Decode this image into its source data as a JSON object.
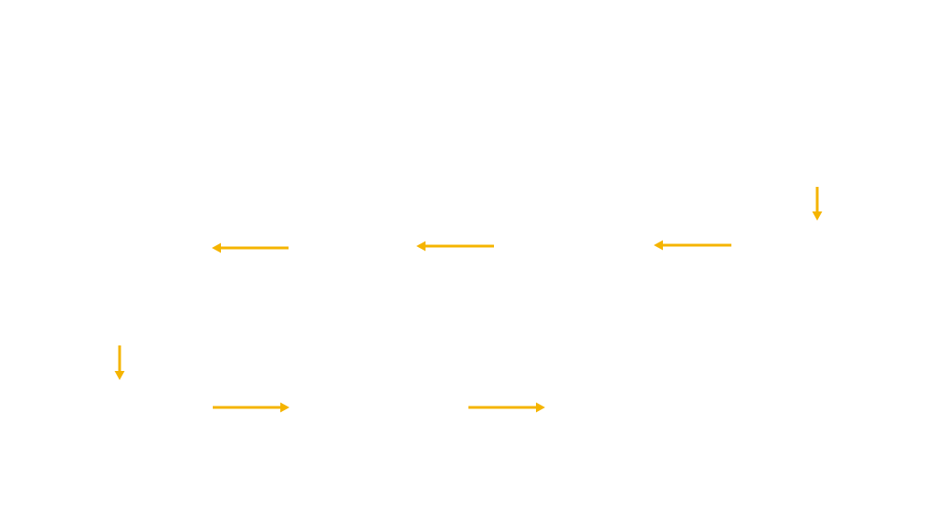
{
  "diagram": {
    "background_color": "#ffffff",
    "arrow_color": "#f5b400",
    "arrows": [
      {
        "id": "arrow-down-right",
        "direction": "down"
      },
      {
        "id": "arrow-left-1",
        "direction": "left"
      },
      {
        "id": "arrow-left-2",
        "direction": "left"
      },
      {
        "id": "arrow-left-3",
        "direction": "left"
      },
      {
        "id": "arrow-down-left",
        "direction": "down"
      },
      {
        "id": "arrow-right-1",
        "direction": "right"
      },
      {
        "id": "arrow-right-2",
        "direction": "right"
      }
    ]
  }
}
